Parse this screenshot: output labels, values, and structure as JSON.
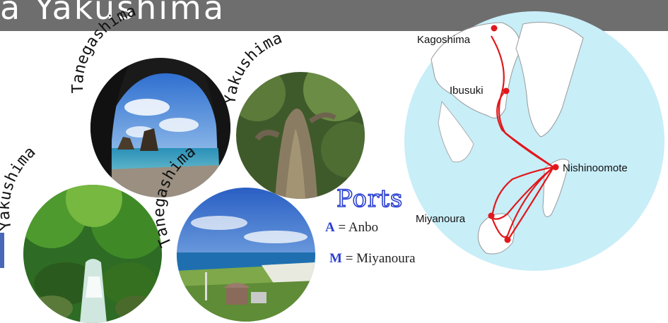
{
  "header": {
    "title": "a Yakushima"
  },
  "photos": [
    {
      "caption": "Tanegashima",
      "subject": "sea-cave-rocks"
    },
    {
      "caption": "Yakushima",
      "subject": "ancient-cedar"
    },
    {
      "caption": "Yakushima",
      "subject": "forest-stream"
    },
    {
      "caption": "Tanegashima",
      "subject": "space-center-coast"
    }
  ],
  "ports": {
    "title": "Ports",
    "items": [
      {
        "code": "A",
        "name": "Anbo"
      },
      {
        "code": "M",
        "name": "Miyanoura"
      }
    ]
  },
  "map": {
    "places": [
      "Kagoshima",
      "Ibusuki",
      "Nishinoomote",
      "Miyanoura"
    ],
    "route_color": "#e0181c",
    "background_color": "#c8eef8"
  }
}
